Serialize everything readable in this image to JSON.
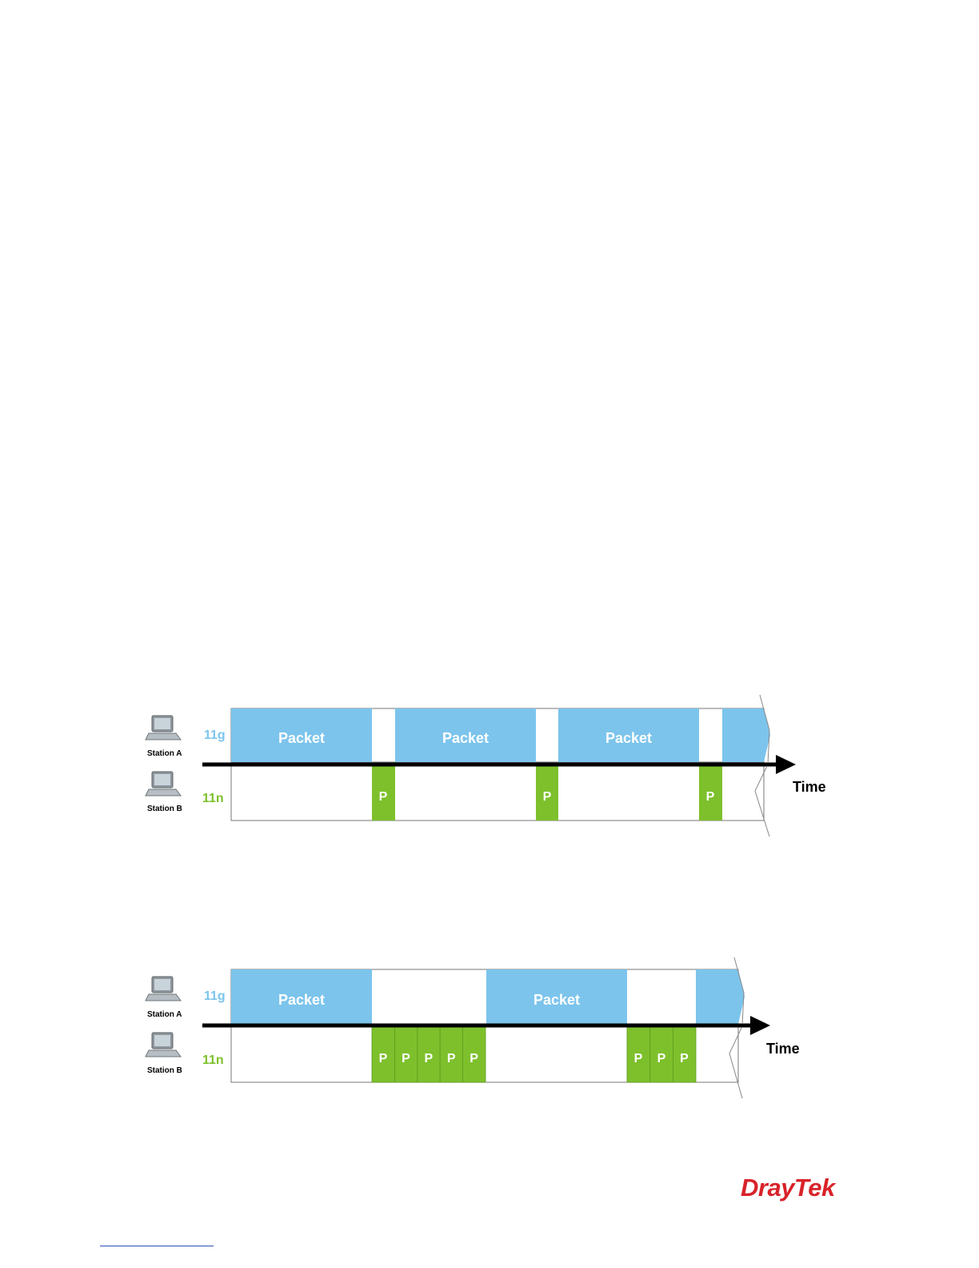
{
  "colors": {
    "packet_blue": "#7cc4ec",
    "packet_text": "#ffffff",
    "p_green": "#7dc02c",
    "label_11g": "#7cc4ec",
    "label_11n": "#7dc02c",
    "logo_red": "#d8232a"
  },
  "icons": {
    "station": "laptop-icon"
  },
  "diagram1": {
    "station_a": "Station A",
    "station_b": "Station B",
    "label_11g": "11g",
    "label_11n": "11n",
    "packet_label": "Packet",
    "p_label": "P",
    "time_label": "Time"
  },
  "diagram2": {
    "station_a": "Station A",
    "station_b": "Station B",
    "label_11g": "11g",
    "label_11n": "11n",
    "packet_label": "Packet",
    "p_label": "P",
    "time_label": "Time"
  },
  "logo": {
    "text": "DrayTek"
  }
}
